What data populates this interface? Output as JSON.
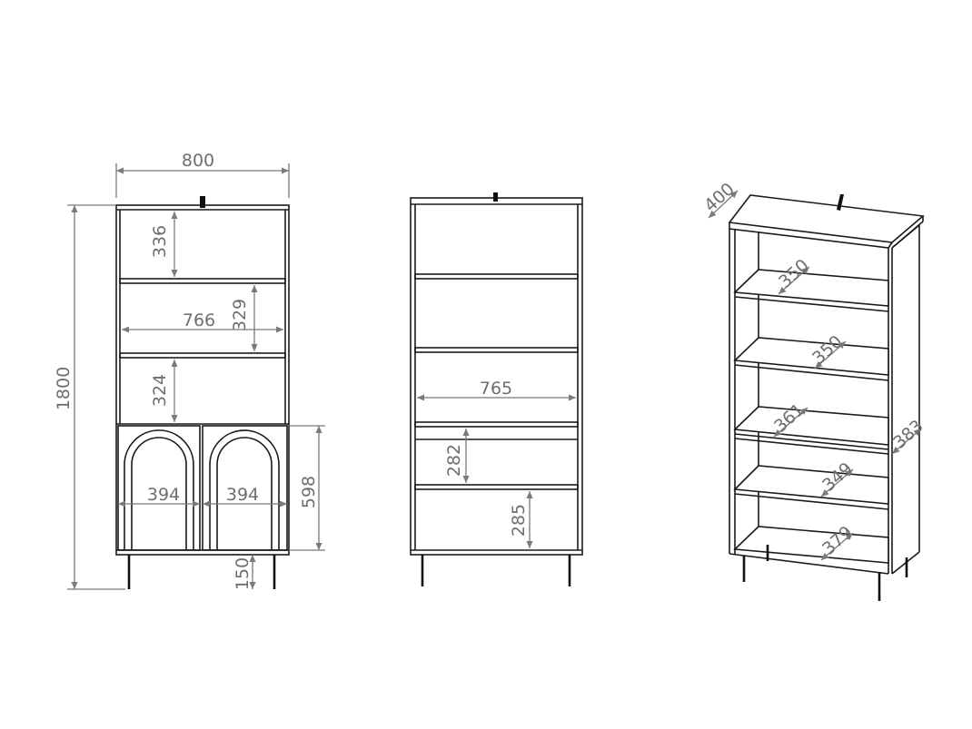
{
  "dimensions": {
    "front_width": "800",
    "total_height": "1800",
    "top_compartment": "336",
    "middle_compartment": "329",
    "inner_width_front": "766",
    "lower_compartment": "324",
    "door_left_width": "394",
    "door_right_width": "394",
    "door_height": "598",
    "leg_height": "150",
    "inner_width_rear": "765",
    "rear_compartment_upper": "282",
    "rear_compartment_lower": "285",
    "depth": "400",
    "shelf_depth_1": "350",
    "shelf_depth_2": "350",
    "shelf_depth_3": "361",
    "side_depth": "383",
    "shelf_depth_4": "349",
    "shelf_depth_5": "379"
  },
  "colors": {
    "line": "#1a1a1a",
    "dimension": "#7a7a7a"
  }
}
